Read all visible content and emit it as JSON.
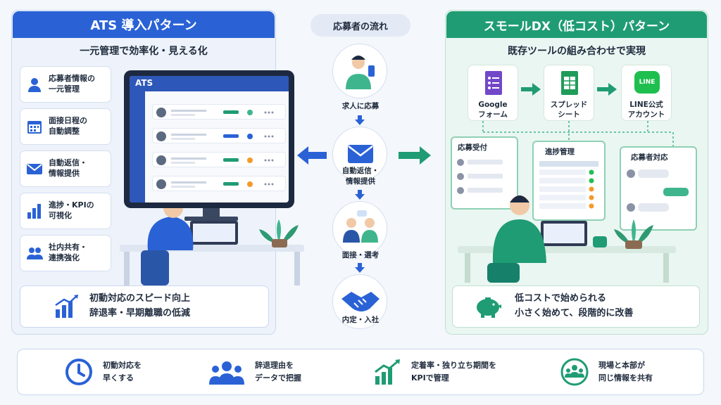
{
  "left": {
    "header": "ATS 導入パターン",
    "subtitle": "一元管理で効率化・見える化",
    "screen_title": "ATS",
    "features": [
      {
        "line1": "応募者情報の",
        "line2": "一元管理",
        "icon": "person-icon"
      },
      {
        "line1": "面接日程の",
        "line2": "自動調整",
        "icon": "calendar-icon"
      },
      {
        "line1": "自動返信・",
        "line2": "情報提供",
        "icon": "mail-icon"
      },
      {
        "line1": "進捗・KPIの",
        "line2": "可視化",
        "icon": "bar-chart-icon"
      },
      {
        "line1": "社内共有・",
        "line2": "連携強化",
        "icon": "team-icon"
      }
    ],
    "benefit": {
      "line1": "初動対応のスピード向上",
      "line2": "辞退率・早期離職の低減"
    }
  },
  "center": {
    "title": "応募者の流れ",
    "steps": [
      {
        "line1": "求人に応募",
        "line2": ""
      },
      {
        "line1": "自動返信・",
        "line2": "情報提供"
      },
      {
        "line1": "面接・選考",
        "line2": ""
      },
      {
        "line1": "内定・入社",
        "line2": ""
      }
    ]
  },
  "right": {
    "header": "スモールDX（低コスト）パターン",
    "subtitle": "既存ツールの組み合わせで実現",
    "tools": [
      {
        "line1": "Google",
        "line2": "フォーム",
        "icon": "google-forms-icon"
      },
      {
        "line1": "スプレッド",
        "line2": "シート",
        "icon": "spreadsheet-icon"
      },
      {
        "line1": "LINE公式",
        "line2": "アカウント",
        "icon": "line-icon",
        "badge": "LINE"
      }
    ],
    "cards": [
      "応募受付",
      "進捗管理",
      "応募者対応"
    ],
    "benefit": {
      "line1": "低コストで始められる",
      "line2": "小さく始めて、段階的に改善"
    }
  },
  "bottom": [
    {
      "line1": "初動対応を",
      "line2": "早くする",
      "icon": "clock-icon"
    },
    {
      "line1": "辞退理由を",
      "line2": "データで把握",
      "icon": "group-icon"
    },
    {
      "line1": "定着率・独り立ち期間を",
      "line2": "KPIで管理",
      "icon": "growth-chart-icon"
    },
    {
      "line1": "現場と本部が",
      "line2": "同じ情報を共有",
      "icon": "shared-team-icon"
    }
  ],
  "colors": {
    "blue": "#2a62d6",
    "green": "#1f9c74",
    "accent_green": "#3fb58e"
  }
}
